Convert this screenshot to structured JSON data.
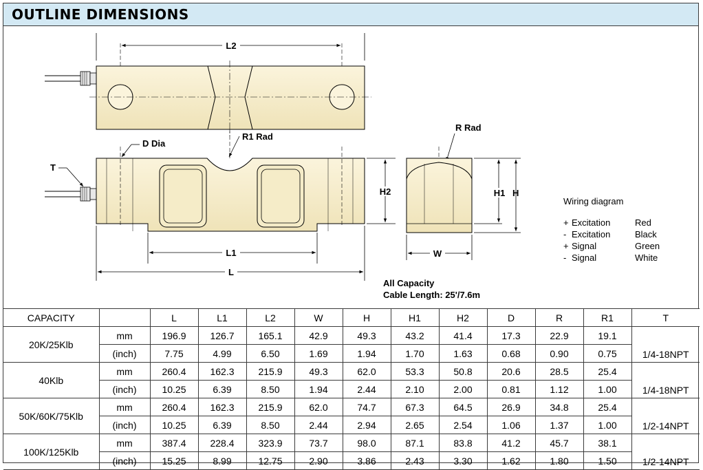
{
  "header": {
    "title": "OUTLINE DIMENSIONS"
  },
  "drawing": {
    "labels": {
      "l2": "L2",
      "l1": "L1",
      "l": "L",
      "d_dia": "D Dia",
      "r1_rad": "R1 Rad",
      "r_rad": "R Rad",
      "t": "T",
      "h2": "H2",
      "h1": "H1",
      "h": "H",
      "w": "W"
    }
  },
  "wiring": {
    "title": "Wiring diagram",
    "rows": [
      {
        "sign": "+",
        "label": "Excitation",
        "color": "Red"
      },
      {
        "sign": "-",
        "label": "Excitation",
        "color": "Black"
      },
      {
        "sign": "+",
        "label": "Signal",
        "color": "Green"
      },
      {
        "sign": "-",
        "label": "Signal",
        "color": "White"
      }
    ]
  },
  "cable": {
    "line1": "All Capacity",
    "line2": "Cable Length: 25'/7.6m"
  },
  "table": {
    "headers": [
      "CAPACITY",
      "",
      "L",
      "L1",
      "L2",
      "W",
      "H",
      "H1",
      "H2",
      "D",
      "R",
      "R1",
      "T"
    ],
    "groups": [
      {
        "capacity": "20K/25Klb",
        "thread": "1/4-18NPT",
        "rows": [
          {
            "unit": "mm",
            "values": [
              "196.9",
              "126.7",
              "165.1",
              "42.9",
              "49.3",
              "43.2",
              "41.4",
              "17.3",
              "22.9",
              "19.1"
            ]
          },
          {
            "unit": "(inch)",
            "values": [
              "7.75",
              "4.99",
              "6.50",
              "1.69",
              "1.94",
              "1.70",
              "1.63",
              "0.68",
              "0.90",
              "0.75"
            ]
          }
        ]
      },
      {
        "capacity": "40Klb",
        "thread": "1/4-18NPT",
        "rows": [
          {
            "unit": "mm",
            "values": [
              "260.4",
              "162.3",
              "215.9",
              "49.3",
              "62.0",
              "53.3",
              "50.8",
              "20.6",
              "28.5",
              "25.4"
            ]
          },
          {
            "unit": "(inch)",
            "values": [
              "10.25",
              "6.39",
              "8.50",
              "1.94",
              "2.44",
              "2.10",
              "2.00",
              "0.81",
              "1.12",
              "1.00"
            ]
          }
        ]
      },
      {
        "capacity": "50K/60K/75Klb",
        "thread": "1/2-14NPT",
        "rows": [
          {
            "unit": "mm",
            "values": [
              "260.4",
              "162.3",
              "215.9",
              "62.0",
              "74.7",
              "67.3",
              "64.5",
              "26.9",
              "34.8",
              "25.4"
            ]
          },
          {
            "unit": "(inch)",
            "values": [
              "10.25",
              "6.39",
              "8.50",
              "2.44",
              "2.94",
              "2.65",
              "2.54",
              "1.06",
              "1.37",
              "1.00"
            ]
          }
        ]
      },
      {
        "capacity": "100K/125Klb",
        "thread": "1/2-14NPT",
        "rows": [
          {
            "unit": "mm",
            "values": [
              "387.4",
              "228.4",
              "323.9",
              "73.7",
              "98.0",
              "87.1",
              "83.8",
              "41.2",
              "45.7",
              "38.1"
            ]
          },
          {
            "unit": "(inch)",
            "values": [
              "15.25",
              "8.99",
              "12.75",
              "2.90",
              "3.86",
              "2.43",
              "3.30",
              "1.62",
              "1.80",
              "1.50"
            ]
          }
        ]
      }
    ]
  }
}
